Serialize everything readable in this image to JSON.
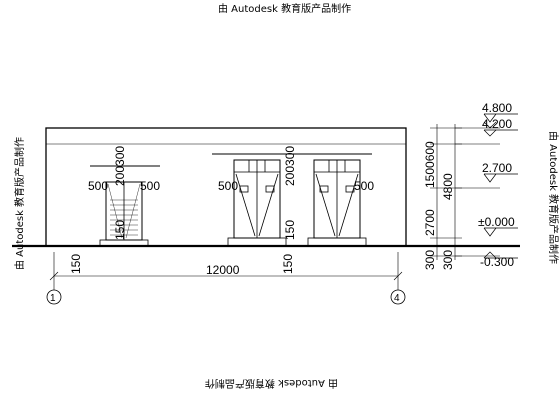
{
  "watermark": "由 Autodesk 教育版产品制作",
  "dims": {
    "total_width": "12000",
    "door_side_a": "500",
    "door_side_b": "500",
    "door_top": "200300",
    "height_1500600": "1500600",
    "height_4800": "4800",
    "height_2700": "2700",
    "height_150": "150",
    "height_300_left": "300",
    "height_300_right": "300"
  },
  "elevations": {
    "top": "4.800",
    "roof": "4.200",
    "lintel": "2.700",
    "ground": "±0.000",
    "below": "-0.300"
  },
  "axes": {
    "left": "1",
    "right": "4"
  }
}
